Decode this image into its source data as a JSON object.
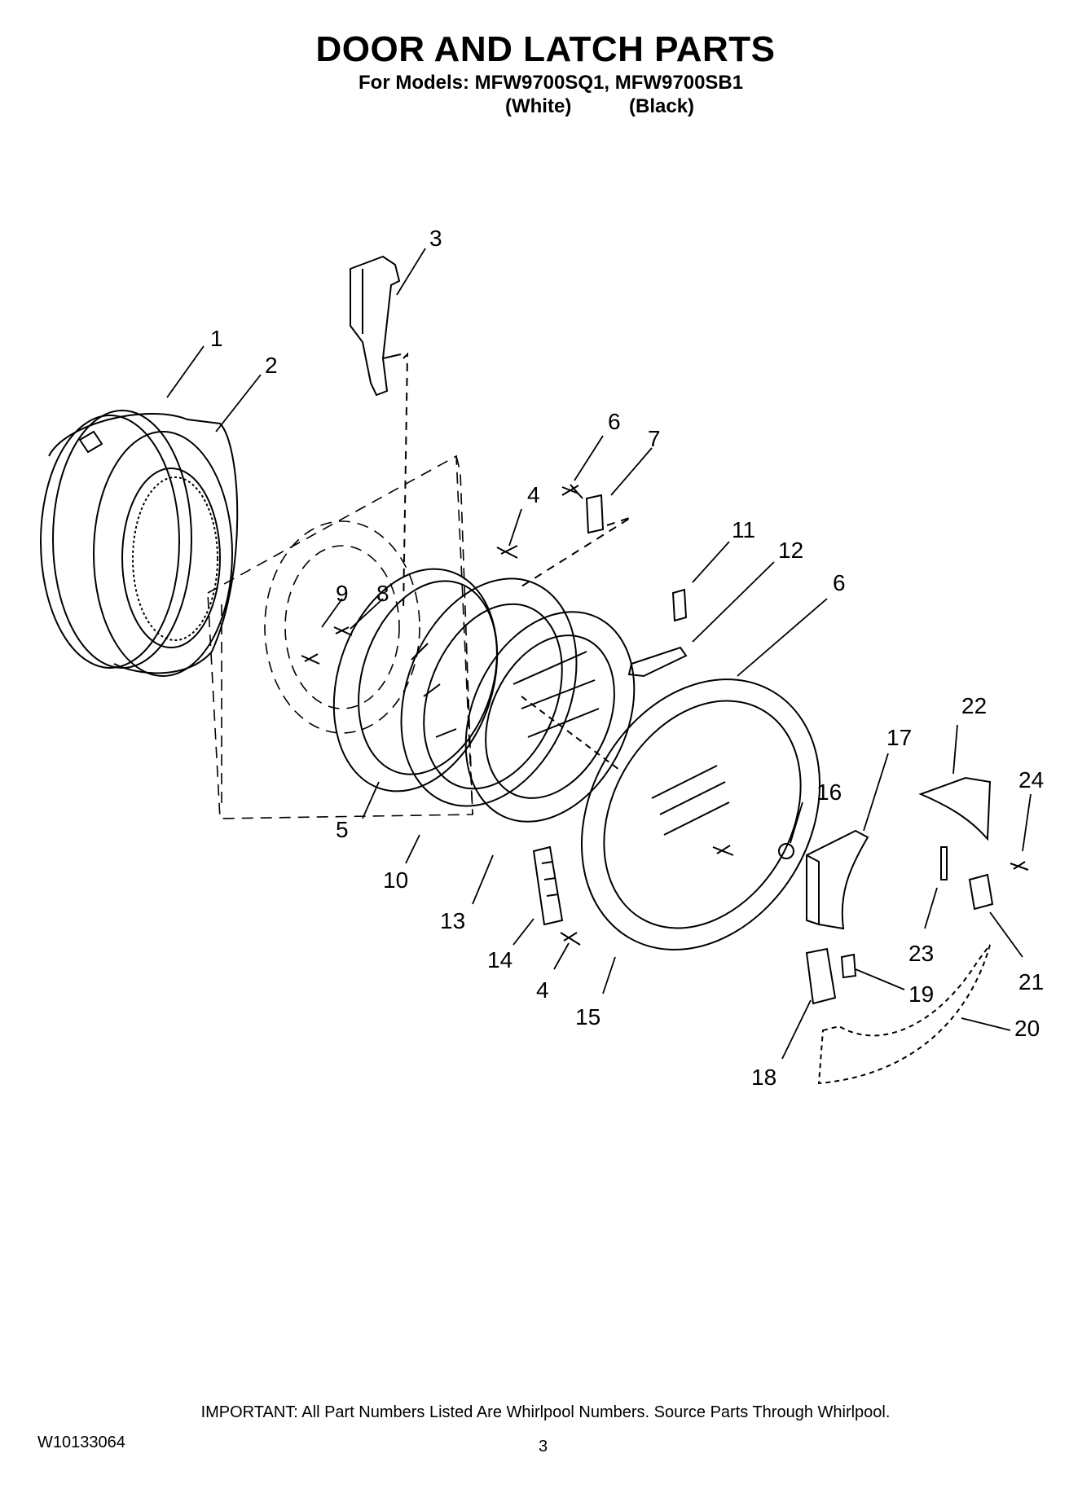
{
  "header": {
    "title": "DOOR AND LATCH PARTS",
    "models_line": "For Models: MFW9700SQ1, MFW9700SB1",
    "variant_white": "(White)",
    "variant_black": "(Black)"
  },
  "callouts": {
    "c1": "1",
    "c2": "2",
    "c3": "3",
    "c4a": "4",
    "c4b": "4",
    "c5": "5",
    "c6a": "6",
    "c6b": "6",
    "c7": "7",
    "c8": "8",
    "c9": "9",
    "c10": "10",
    "c11": "11",
    "c12": "12",
    "c13": "13",
    "c14": "14",
    "c15": "15",
    "c16": "16",
    "c17": "17",
    "c18": "18",
    "c19": "19",
    "c20": "20",
    "c21": "21",
    "c22": "22",
    "c23": "23",
    "c24": "24"
  },
  "footer": {
    "important": "IMPORTANT: All Part Numbers Listed Are Whirlpool Numbers. Source Parts Through Whirlpool.",
    "doc_number": "W10133064",
    "page_number": "3"
  }
}
